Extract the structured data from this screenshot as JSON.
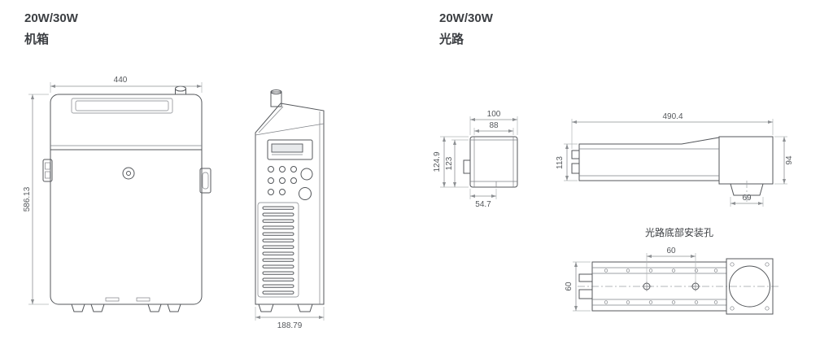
{
  "sections": {
    "chassis": {
      "title": "20W/30W",
      "subtitle": "机箱",
      "dims": {
        "width": "440",
        "height": "586.13",
        "depth": "188.79"
      }
    },
    "optics": {
      "title": "20W/30W",
      "subtitle": "光路",
      "front_dims": {
        "outer_width": "100",
        "inner_width": "88",
        "outer_height": "124.9",
        "inner_height": "123",
        "bottom_offset": "54.7"
      },
      "side_dims": {
        "length": "490.4",
        "body_height": "113",
        "head_height": "94",
        "lens_offset": "69"
      },
      "bottom_view": {
        "label": "光路底部安装孔",
        "hole_spacing": "60",
        "hole_offset": "60"
      }
    }
  }
}
